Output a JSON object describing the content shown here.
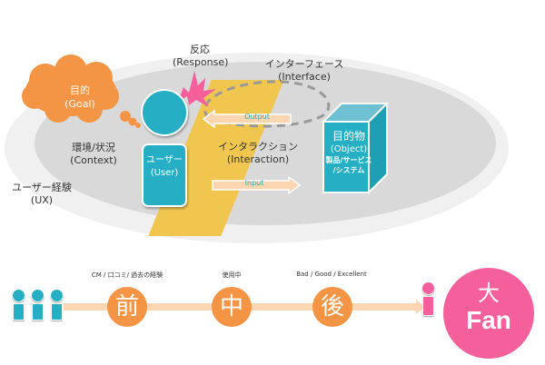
{
  "colors": {
    "user_teal": "#26afc4",
    "goal_orange": "#f49546",
    "interface_yellow": "#f0c64f",
    "response_pink": "#f45f9c",
    "arrow_peach": "#fcd5b1",
    "context_gray": "#d9d9d9",
    "ux_gray": "#f0f0f0"
  },
  "diagram": {
    "goal": {
      "jp": "目的",
      "en": "(Goal)"
    },
    "response": {
      "jp": "反応",
      "en": "(Response)"
    },
    "interface": {
      "jp": "インターフェース",
      "en": "(Interface)"
    },
    "context": {
      "jp": "環境/状況",
      "en": "(Context)"
    },
    "ux": {
      "jp": "ユーザー経験",
      "en": "(UX)"
    },
    "user": {
      "jp": "ユーザー",
      "en": "(User)"
    },
    "interaction": {
      "jp": "インタラクション",
      "en": "(Interaction)"
    },
    "output_label": "Output",
    "input_label": "Input",
    "object": {
      "jp": "目的物",
      "en": "(Object)",
      "line3": "製品/サービス",
      "line4": "/システム"
    }
  },
  "timeline": {
    "stages": [
      {
        "glyph": "前",
        "label": "CM / 口コミ/ 過去の経験"
      },
      {
        "glyph": "中",
        "label": "使用中"
      },
      {
        "glyph": "後",
        "label": "Bad / Good / Excellent"
      }
    ],
    "result": {
      "kanji": "大",
      "text": "Fan"
    }
  }
}
